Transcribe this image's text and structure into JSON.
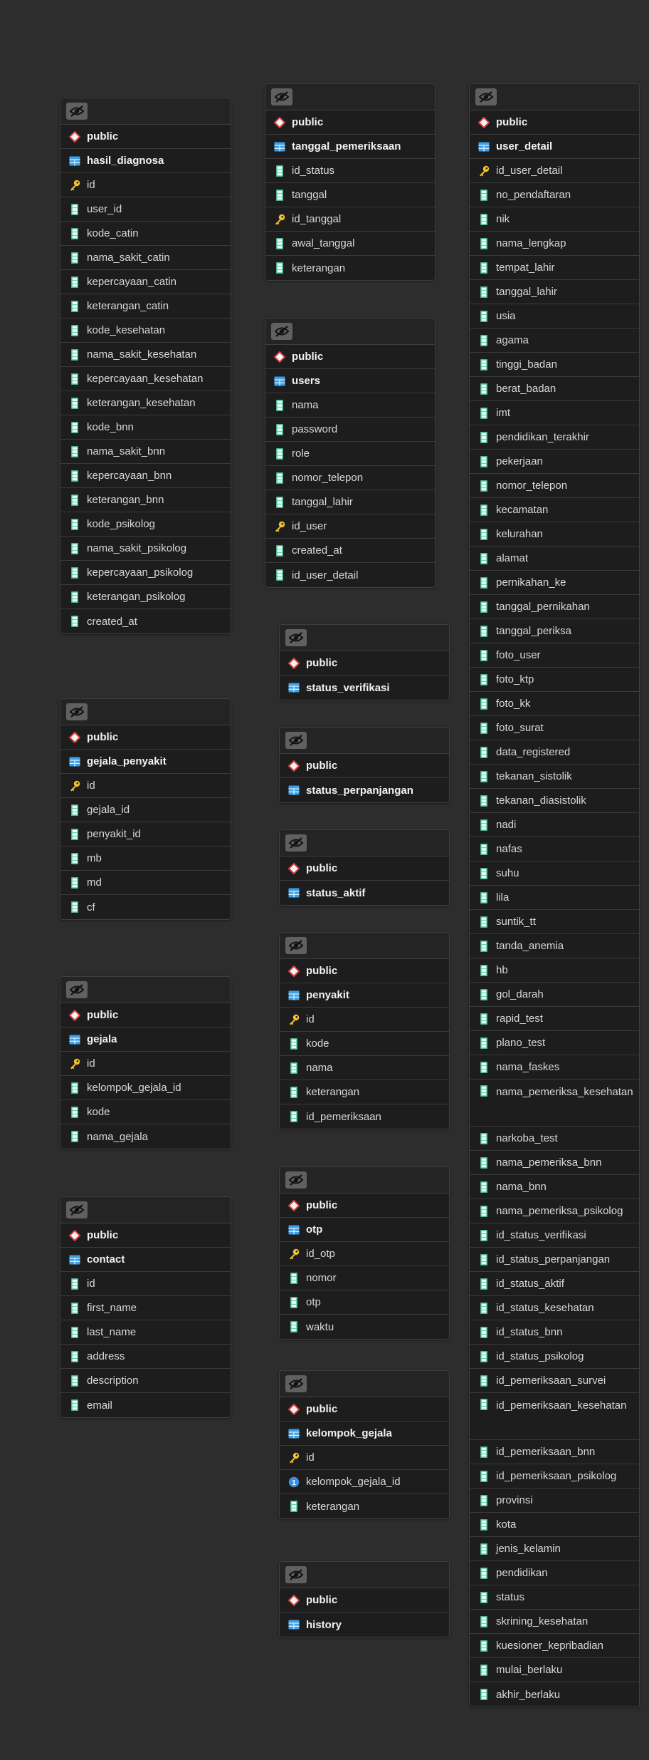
{
  "schema_label": "public",
  "tables": [
    {
      "name": "hasil_diagnosa",
      "columns": [
        {
          "name": "id",
          "type": "pk"
        },
        {
          "name": "user_id",
          "type": "col"
        },
        {
          "name": "kode_catin",
          "type": "col"
        },
        {
          "name": "nama_sakit_catin",
          "type": "col"
        },
        {
          "name": "kepercayaan_catin",
          "type": "col"
        },
        {
          "name": "keterangan_catin",
          "type": "col"
        },
        {
          "name": "kode_kesehatan",
          "type": "col"
        },
        {
          "name": "nama_sakit_kesehatan",
          "type": "col"
        },
        {
          "name": "kepercayaan_kesehatan",
          "type": "col"
        },
        {
          "name": "keterangan_kesehatan",
          "type": "col"
        },
        {
          "name": "kode_bnn",
          "type": "col"
        },
        {
          "name": "nama_sakit_bnn",
          "type": "col"
        },
        {
          "name": "kepercayaan_bnn",
          "type": "col"
        },
        {
          "name": "keterangan_bnn",
          "type": "col"
        },
        {
          "name": "kode_psikolog",
          "type": "col"
        },
        {
          "name": "nama_sakit_psikolog",
          "type": "col"
        },
        {
          "name": "kepercayaan_psikolog",
          "type": "col"
        },
        {
          "name": "keterangan_psikolog",
          "type": "col"
        },
        {
          "name": "created_at",
          "type": "col"
        }
      ]
    },
    {
      "name": "gejala_penyakit",
      "columns": [
        {
          "name": "id",
          "type": "pk"
        },
        {
          "name": "gejala_id",
          "type": "col"
        },
        {
          "name": "penyakit_id",
          "type": "col"
        },
        {
          "name": "mb",
          "type": "col"
        },
        {
          "name": "md",
          "type": "col"
        },
        {
          "name": "cf",
          "type": "col"
        }
      ]
    },
    {
      "name": "gejala",
      "columns": [
        {
          "name": "id",
          "type": "pk"
        },
        {
          "name": "kelompok_gejala_id",
          "type": "col"
        },
        {
          "name": "kode",
          "type": "col"
        },
        {
          "name": "nama_gejala",
          "type": "col"
        }
      ]
    },
    {
      "name": "contact",
      "columns": [
        {
          "name": "id",
          "type": "col"
        },
        {
          "name": "first_name",
          "type": "col"
        },
        {
          "name": "last_name",
          "type": "col"
        },
        {
          "name": "address",
          "type": "col"
        },
        {
          "name": "description",
          "type": "col"
        },
        {
          "name": "email",
          "type": "col"
        }
      ]
    },
    {
      "name": "tanggal_pemeriksaan",
      "columns": [
        {
          "name": "id_status",
          "type": "col"
        },
        {
          "name": "tanggal",
          "type": "col"
        },
        {
          "name": "id_tanggal",
          "type": "pk"
        },
        {
          "name": "awal_tanggal",
          "type": "col"
        },
        {
          "name": "keterangan",
          "type": "col"
        }
      ]
    },
    {
      "name": "users",
      "columns": [
        {
          "name": "nama",
          "type": "col"
        },
        {
          "name": "password",
          "type": "col"
        },
        {
          "name": "role",
          "type": "col"
        },
        {
          "name": "nomor_telepon",
          "type": "col"
        },
        {
          "name": "tanggal_lahir",
          "type": "col"
        },
        {
          "name": "id_user",
          "type": "pk"
        },
        {
          "name": "created_at",
          "type": "col"
        },
        {
          "name": "id_user_detail",
          "type": "col"
        }
      ]
    },
    {
      "name": "status_verifikasi",
      "columns": []
    },
    {
      "name": "status_perpanjangan",
      "columns": []
    },
    {
      "name": "status_aktif",
      "columns": []
    },
    {
      "name": "penyakit",
      "columns": [
        {
          "name": "id",
          "type": "pk"
        },
        {
          "name": "kode",
          "type": "col"
        },
        {
          "name": "nama",
          "type": "col"
        },
        {
          "name": "keterangan",
          "type": "col"
        },
        {
          "name": "id_pemeriksaan",
          "type": "col"
        }
      ]
    },
    {
      "name": "otp",
      "columns": [
        {
          "name": "id_otp",
          "type": "pk"
        },
        {
          "name": "nomor",
          "type": "col"
        },
        {
          "name": "otp",
          "type": "col"
        },
        {
          "name": "waktu",
          "type": "col"
        }
      ]
    },
    {
      "name": "kelompok_gejala",
      "columns": [
        {
          "name": "id",
          "type": "pk"
        },
        {
          "name": "kelompok_gejala_id",
          "type": "info"
        },
        {
          "name": "keterangan",
          "type": "col"
        }
      ]
    },
    {
      "name": "history",
      "columns": []
    },
    {
      "name": "user_detail",
      "columns": [
        {
          "name": "id_user_detail",
          "type": "pk"
        },
        {
          "name": "no_pendaftaran",
          "type": "col"
        },
        {
          "name": "nik",
          "type": "col"
        },
        {
          "name": "nama_lengkap",
          "type": "col"
        },
        {
          "name": "tempat_lahir",
          "type": "col"
        },
        {
          "name": "tanggal_lahir",
          "type": "col"
        },
        {
          "name": "usia",
          "type": "col"
        },
        {
          "name": "agama",
          "type": "col"
        },
        {
          "name": "tinggi_badan",
          "type": "col"
        },
        {
          "name": "berat_badan",
          "type": "col"
        },
        {
          "name": "imt",
          "type": "col"
        },
        {
          "name": "pendidikan_terakhir",
          "type": "col"
        },
        {
          "name": "pekerjaan",
          "type": "col"
        },
        {
          "name": "nomor_telepon",
          "type": "col"
        },
        {
          "name": "kecamatan",
          "type": "col"
        },
        {
          "name": "kelurahan",
          "type": "col"
        },
        {
          "name": "alamat",
          "type": "col"
        },
        {
          "name": "pernikahan_ke",
          "type": "col"
        },
        {
          "name": "tanggal_pernikahan",
          "type": "col"
        },
        {
          "name": "tanggal_periksa",
          "type": "col"
        },
        {
          "name": "foto_user",
          "type": "col"
        },
        {
          "name": "foto_ktp",
          "type": "col"
        },
        {
          "name": "foto_kk",
          "type": "col"
        },
        {
          "name": "foto_surat",
          "type": "col"
        },
        {
          "name": "data_registered",
          "type": "col"
        },
        {
          "name": "tekanan_sistolik",
          "type": "col"
        },
        {
          "name": "tekanan_diasistolik",
          "type": "col"
        },
        {
          "name": "nadi",
          "type": "col"
        },
        {
          "name": "nafas",
          "type": "col"
        },
        {
          "name": "suhu",
          "type": "col"
        },
        {
          "name": "lila",
          "type": "col"
        },
        {
          "name": "suntik_tt",
          "type": "col"
        },
        {
          "name": "tanda_anemia",
          "type": "col"
        },
        {
          "name": "hb",
          "type": "col"
        },
        {
          "name": "gol_darah",
          "type": "col"
        },
        {
          "name": "rapid_test",
          "type": "col"
        },
        {
          "name": "plano_test",
          "type": "col"
        },
        {
          "name": "nama_faskes",
          "type": "col"
        },
        {
          "name": "nama_pemeriksa_kesehatan",
          "type": "col",
          "tall": true
        },
        {
          "name": "narkoba_test",
          "type": "col"
        },
        {
          "name": "nama_pemeriksa_bnn",
          "type": "col"
        },
        {
          "name": "nama_bnn",
          "type": "col"
        },
        {
          "name": "nama_pemeriksa_psikolog",
          "type": "col"
        },
        {
          "name": "id_status_verifikasi",
          "type": "col"
        },
        {
          "name": "id_status_perpanjangan",
          "type": "col"
        },
        {
          "name": "id_status_aktif",
          "type": "col"
        },
        {
          "name": "id_status_kesehatan",
          "type": "col"
        },
        {
          "name": "id_status_bnn",
          "type": "col"
        },
        {
          "name": "id_status_psikolog",
          "type": "col"
        },
        {
          "name": "id_pemeriksaan_survei",
          "type": "col"
        },
        {
          "name": "id_pemeriksaan_kesehatan",
          "type": "col",
          "tall": true
        },
        {
          "name": "id_pemeriksaan_bnn",
          "type": "col"
        },
        {
          "name": "id_pemeriksaan_psikolog",
          "type": "col"
        },
        {
          "name": "provinsi",
          "type": "col"
        },
        {
          "name": "kota",
          "type": "col"
        },
        {
          "name": "jenis_kelamin",
          "type": "col"
        },
        {
          "name": "pendidikan",
          "type": "col"
        },
        {
          "name": "status",
          "type": "col"
        },
        {
          "name": "skrining_kesehatan",
          "type": "col"
        },
        {
          "name": "kuesioner_kepribadian",
          "type": "col"
        },
        {
          "name": "mulai_berlaku",
          "type": "col"
        },
        {
          "name": "akhir_berlaku",
          "type": "col"
        }
      ]
    }
  ]
}
